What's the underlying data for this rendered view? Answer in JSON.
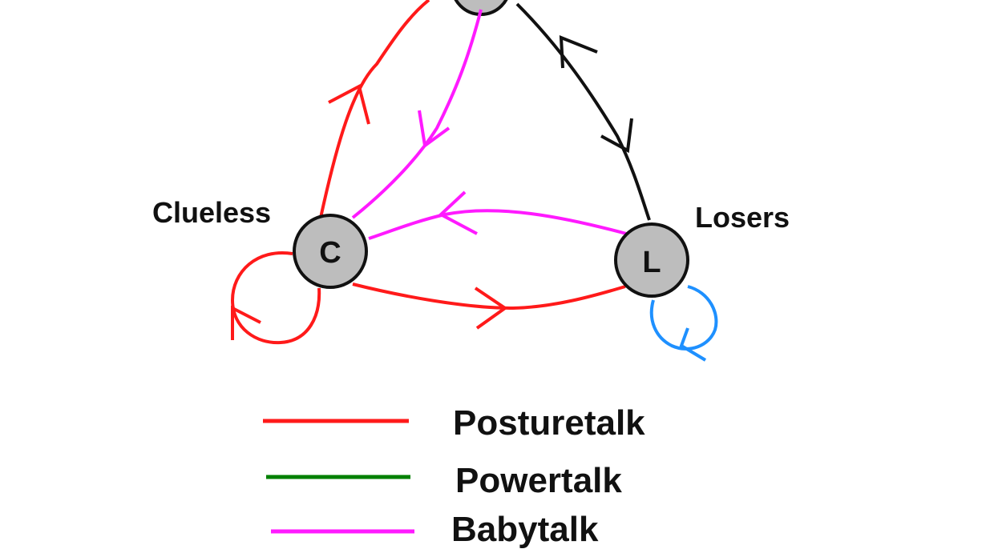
{
  "nodes": {
    "clueless": {
      "letter": "C",
      "name": "Clueless"
    },
    "losers": {
      "letter": "L",
      "name": "Losers"
    }
  },
  "colors": {
    "posturetalk": "#ff1a1a",
    "powertalk": "#008000",
    "babytalk": "#ff1aff",
    "black": "#111111",
    "blue": "#1e90ff",
    "node_fill": "#bdbdbd"
  },
  "legend": [
    {
      "label": "Posturetalk",
      "color": "#ff1a1a"
    },
    {
      "label": "Powertalk",
      "color": "#008000"
    },
    {
      "label": "Babytalk",
      "color": "#ff1aff"
    }
  ]
}
